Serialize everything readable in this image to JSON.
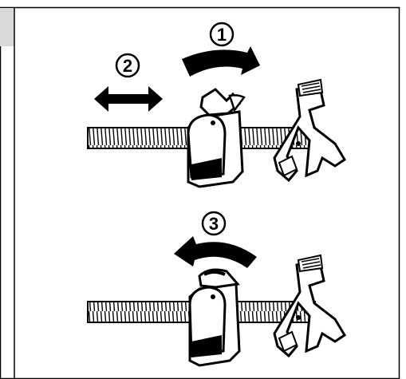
{
  "figure": {
    "colors": {
      "ink": "#000000",
      "paper": "#ffffff",
      "tab": "#d9d9d9"
    },
    "steps": [
      {
        "label": "1",
        "action": "rotate-forward-arrow"
      },
      {
        "label": "2",
        "action": "slide-both-directions-arrow"
      },
      {
        "label": "3",
        "action": "rotate-backward-arrow"
      }
    ]
  }
}
